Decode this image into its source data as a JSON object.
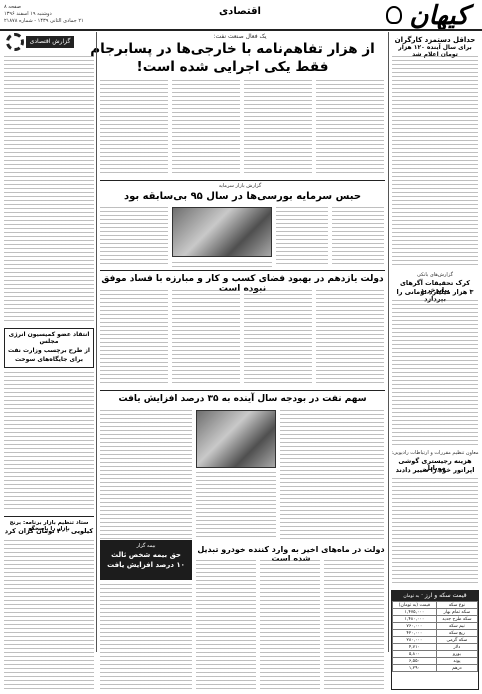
{
  "masthead": {
    "logo_text": "کیهان",
    "page_label": "صفحه ۸",
    "date_line1": "دوشنبه ۱۹ اسفند ۱۳۹۶",
    "date_line2": "۲۱ جمادی الثانی ۱۴۳۹ - شماره ۲۱۸۷۸",
    "section": "اقتصادی"
  },
  "top_left_badge": "گزارش اقتصادی",
  "main_story": {
    "kicker": "یک فعال صنعت نفت:",
    "headline_line1": "از هزار تفاهم‌نامه با خارجی‌ها در پسابرجام",
    "headline_line2": "فقط یکی اجرایی شده است!"
  },
  "right_story": {
    "headline_line1": "حداقل دستمزد کارگران",
    "headline_line2": "برای سال آینده ۱۲۰ هزار تومان اعلام شد"
  },
  "right_story2": {
    "kicker": "گزارش‌های بانکی",
    "headline_line1": "کرک تحقیقات آگرهای بیابرخرید",
    "headline_line2": "۳ هزار میلیارد تومانی را بپردازد"
  },
  "stock_story": {
    "kicker": "گزارش بازار سرمایه",
    "headline": "حبس سرمایه بورسی‌ها در سال ۹۵ بی‌سابقه بود"
  },
  "doing_business": {
    "headline": "دولت یازدهم در بهبود فضای کسب و کار و مبارزه با فساد موفق نبوده است"
  },
  "left_box": {
    "headline_line1": "انتقاد عضو کمیسیون انرژی مجلس",
    "headline_line2": "از طرح برچسب وزارت نفت",
    "headline_line3": "برای جایگاه‌های سوخت"
  },
  "oil_budget": {
    "headline": "سهم نفت در بودجه سال آینده به ۳۵ درصد افزایش یافت"
  },
  "right_story3": {
    "kicker": "معاون تنظیم مقررات و ارتباطات رادیویی:",
    "headline_line1": "هزینه رجیستری گوشی موبایل",
    "headline_line2": "اپراتور خود را تغییر دادند"
  },
  "gold_table": {
    "title": "قیمت سکه و ارز",
    "unit": "به تومان",
    "headers": [
      "قیمت (به تومان)",
      "نوع سکه"
    ],
    "rows": [
      [
        "۱,۴۷۵,۰۰۰",
        "سکه تمام بهار"
      ],
      [
        "۱,۴۸۰,۰۰۰",
        "سکه طرح جدید"
      ],
      [
        "۷۶۰,۰۰۰",
        "نیم سکه"
      ],
      [
        "۴۲۰,۰۰۰",
        "ربع سکه"
      ],
      [
        "۲۸۰,۰۰۰",
        "سکه گرمی"
      ],
      [
        "۴,۷۱۰",
        "دلار"
      ],
      [
        "۵,۸۰۰",
        "یورو"
      ],
      [
        "۶,۵۵۰",
        "پوند"
      ],
      [
        "۱,۲۹۰",
        "درهم"
      ]
    ]
  },
  "bottom_left": {
    "headline_line1": "ستاد تنظیم بازار برنامه: برنج بازار را پاسخگو",
    "headline_line2": "کیلویی ۴۰۰ تومان گران کرد"
  },
  "insurance_box": {
    "kicker": "بیمه گزار",
    "headline_line1": "حق بیمه شخص ثالث",
    "headline_line2": "۱۰ درصد افزایش یافت"
  },
  "import_story": {
    "headline": "دولت در ماه‌های اخیر به وارد کننده خودرو تبدیل شده است"
  }
}
